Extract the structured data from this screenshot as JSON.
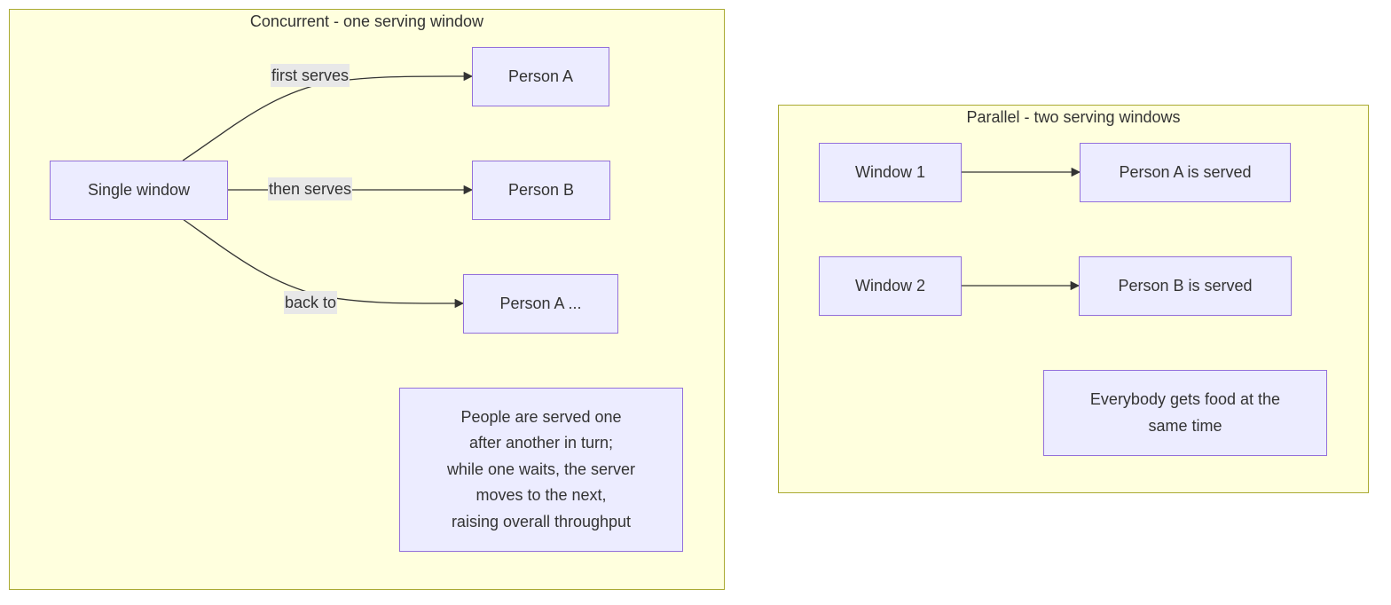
{
  "concurrent": {
    "title": "Concurrent - one serving window",
    "nodes": {
      "single_window": "Single window",
      "person_a": "Person A",
      "person_b": "Person B",
      "person_a_again": "Person A ..."
    },
    "edges": {
      "first": "first serves",
      "then": "then serves",
      "back": "back to"
    },
    "note_lines": [
      "People are served one",
      "after another in turn;",
      "while one waits, the server",
      "moves to the next,",
      "raising overall throughput"
    ]
  },
  "parallel": {
    "title": "Parallel - two serving windows",
    "nodes": {
      "window_1": "Window 1",
      "window_2": "Window 2",
      "person_a_served": "Person A is served",
      "person_b_served": "Person B is served"
    },
    "note_lines": [
      "Everybody gets food at the",
      "same time"
    ]
  },
  "colors": {
    "cluster_fill": "#ffffde",
    "cluster_border": "#aaaa33",
    "node_fill": "#ececff",
    "node_border": "#9370db",
    "edge": "#333333",
    "edge_label_bg": "#e8e8e8"
  }
}
